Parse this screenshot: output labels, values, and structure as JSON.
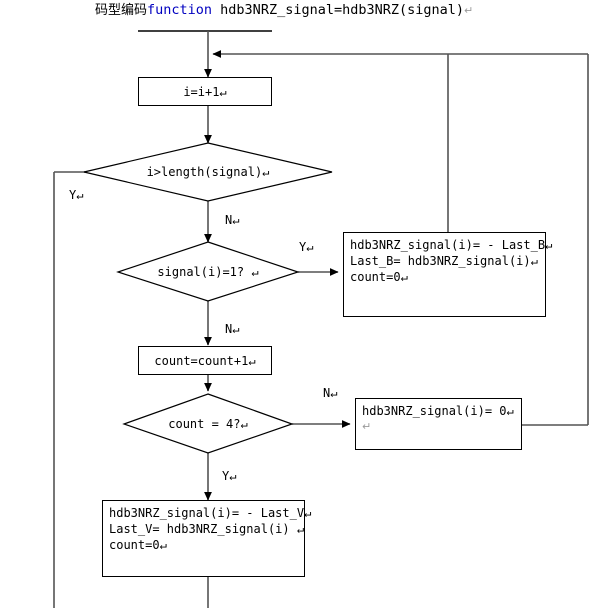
{
  "title": {
    "prefix_cjk": "码型编码",
    "keyword": "function",
    "signature": " hdb3NRZ_signal=hdb3NRZ(signal)",
    "pilcrow": "↵"
  },
  "colors": {
    "keyword": "#0000c0",
    "line": "#000000",
    "pilcrow": "#9a9a9a",
    "background": "#ffffff"
  },
  "nodes": {
    "increment": {
      "name": "i=i+1",
      "text": "i=i+1↵"
    },
    "decision_length": {
      "name": "i>length(signal)",
      "text": "i>length(signal)↵",
      "yes_label": "Y↵",
      "no_label": "N↵"
    },
    "decision_signal": {
      "name": "signal(i)=1?",
      "text": "signal(i)=1? ↵",
      "yes_label": "Y↵",
      "no_label": "N↵"
    },
    "set_last_b": {
      "line1": "hdb3NRZ_signal(i)= - Last_B↵",
      "line2": " Last_B= hdb3NRZ_signal(i)↵",
      "line3": "count=0↵"
    },
    "count_increment": {
      "text": "count=count+1↵"
    },
    "decision_count": {
      "name": "count = 4?",
      "text": "count = 4?↵",
      "yes_label": "Y↵",
      "no_label": "N↵"
    },
    "set_zero": {
      "line1": "hdb3NRZ_signal(i)= 0↵",
      "line2": "↵"
    },
    "set_last_v": {
      "line1": "hdb3NRZ_signal(i)= - Last_V↵",
      "line2": " Last_V= hdb3NRZ_signal(i) ↵",
      "line3": " count=0↵"
    }
  }
}
